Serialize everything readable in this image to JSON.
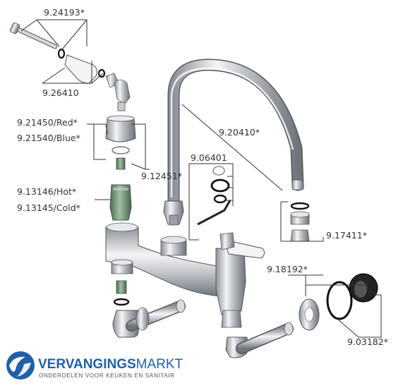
{
  "labels": {
    "l1": "9.24193*",
    "l2": "9.26410",
    "l3": "9.21450/Red*",
    "l4": "9.21540/Blue*",
    "l5": "9.12451*",
    "l6": "9.13146/Hot*",
    "l7": "9.13145/Cold*",
    "l8": "9.20410*",
    "l9": "9.06401",
    "l10": "9.17411*",
    "l11": "9.18192*",
    "l12": "9.03182*"
  },
  "brand": {
    "name_bold": "VERVANGINGS",
    "name_light": "MARKT",
    "tagline": "ONDERDELEN VOOR KEUKEN EN SANITAIR"
  },
  "colors": {
    "chrome": "#c9ccd1",
    "brand_blue": "#1f5fa8",
    "cartridge_green": "#6f8f73",
    "handle_white": "#f4f4f4"
  }
}
